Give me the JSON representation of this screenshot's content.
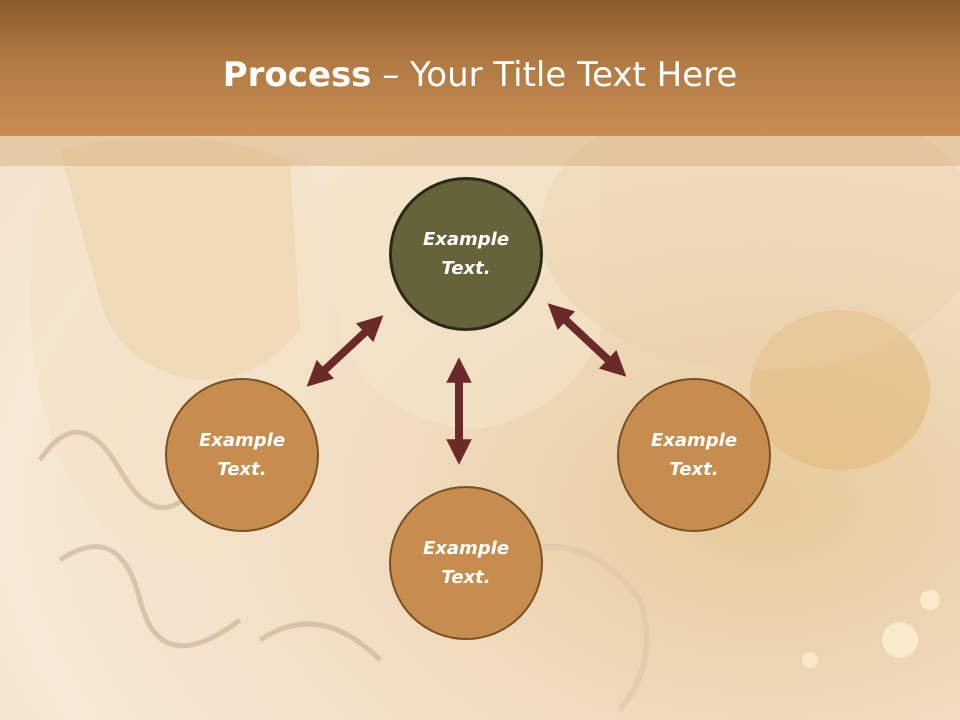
{
  "slide": {
    "title_bold": "Process",
    "title_rest": " – Your Title Text Here"
  },
  "diagram": {
    "nodes": {
      "top": "Example Text.",
      "left": "Example Text.",
      "right": "Example Text.",
      "bottom": "Example Text."
    },
    "colors": {
      "title_bar": "#b07a42",
      "center_node": "#66623a",
      "outer_node": "#c68d4e",
      "arrow": "#6b2a2a"
    }
  }
}
